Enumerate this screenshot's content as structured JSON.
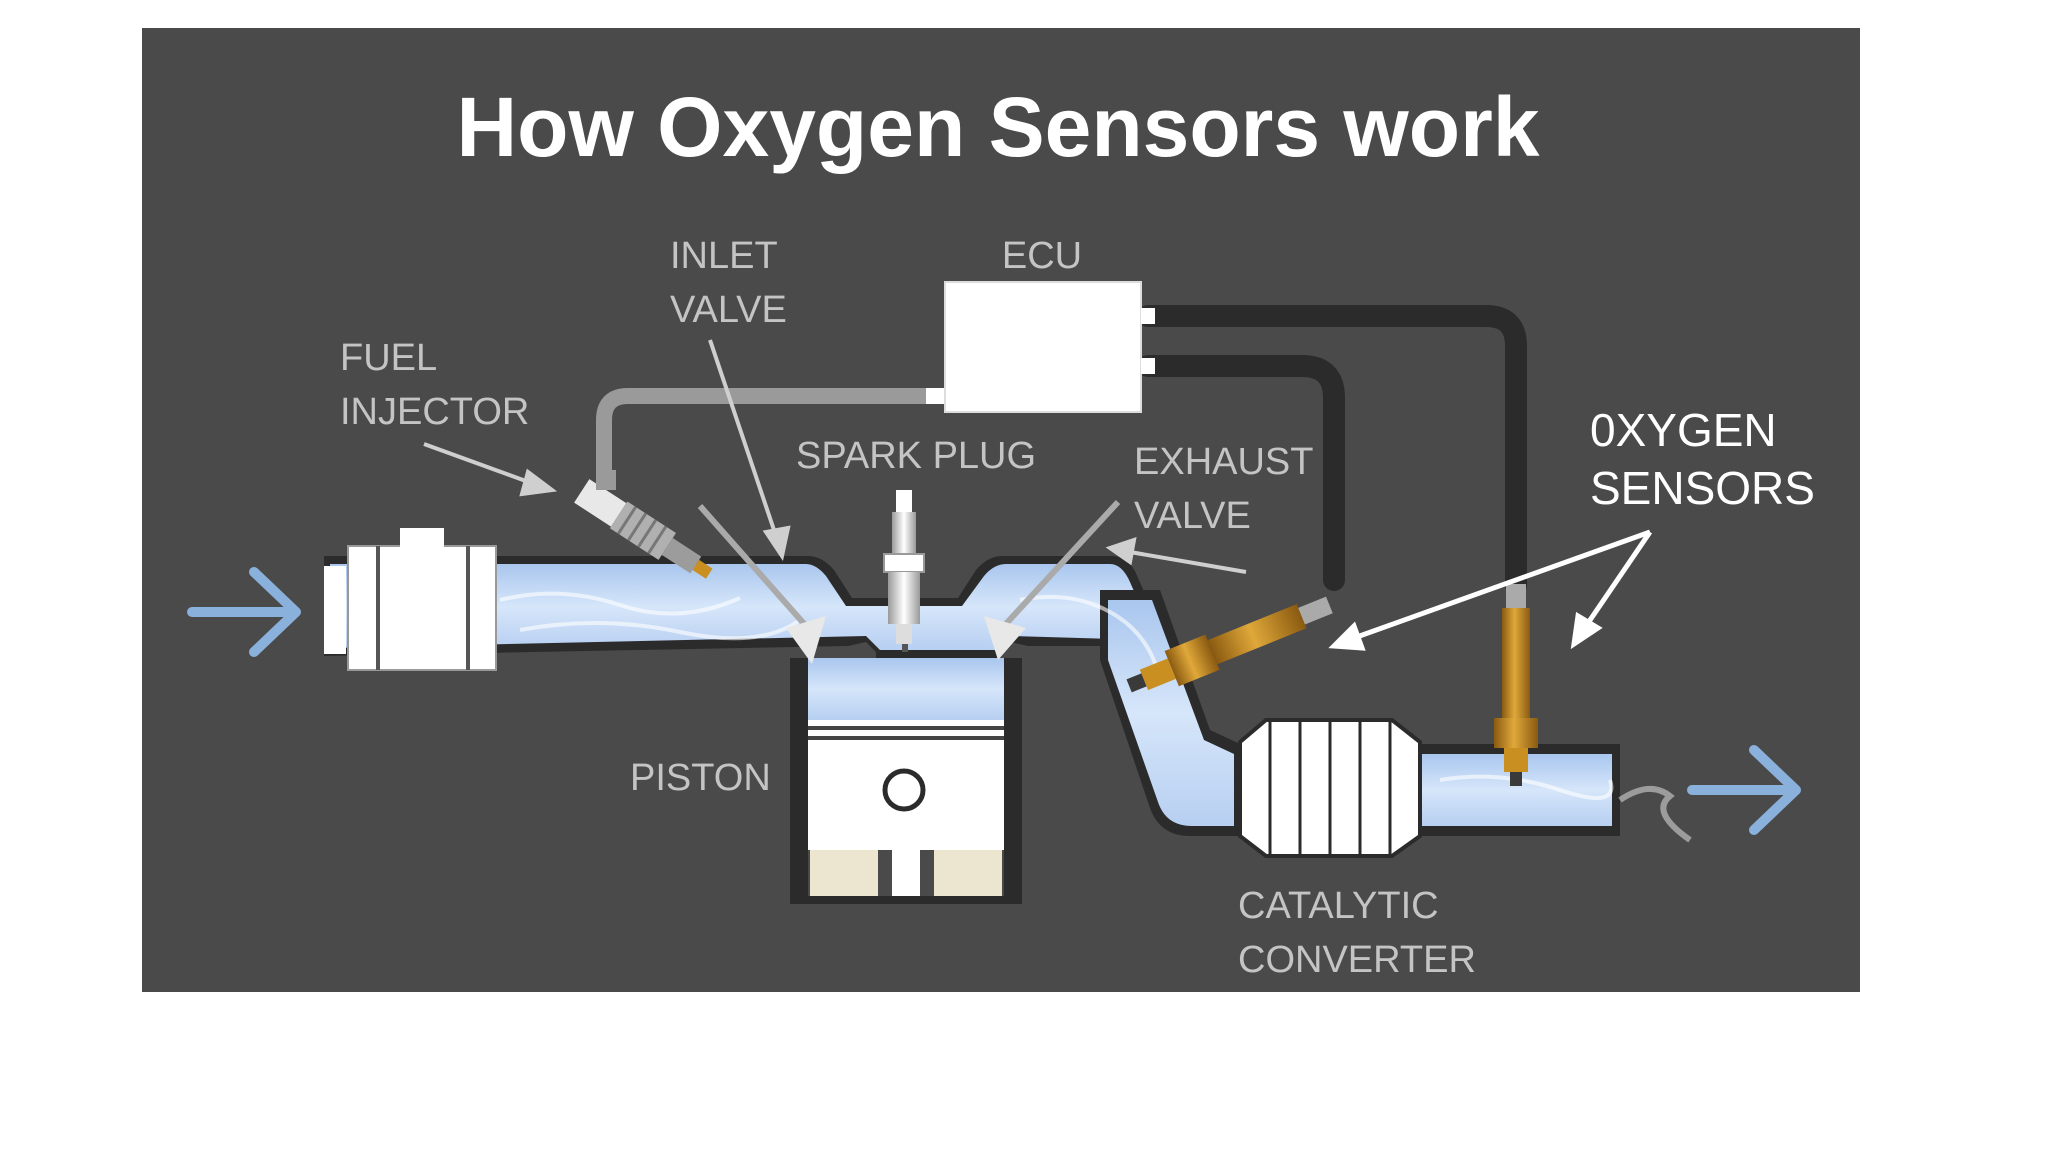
{
  "title": "How Oxygen Sensors work",
  "labels": {
    "ecu": "ECU",
    "inlet_valve": [
      "INLET",
      "VALVE"
    ],
    "fuel_injector": [
      "FUEL",
      "INJECTOR"
    ],
    "spark_plug": "SPARK PLUG",
    "exhaust_valve": [
      "EXHAUST",
      "VALVE"
    ],
    "oxygen_sensors": [
      "0XYGEN",
      "SENSORS"
    ],
    "piston": "PISTON",
    "catalytic_converter": [
      "CATALYTIC",
      "CONVERTER"
    ]
  },
  "colors": {
    "background": "#4a4a4a",
    "flow": "#c9dcf5",
    "arrow": "#8ab0dc",
    "sensor": "#c98f20",
    "wire": "#2b2b2b",
    "wire_light": "#9a9a9a"
  }
}
